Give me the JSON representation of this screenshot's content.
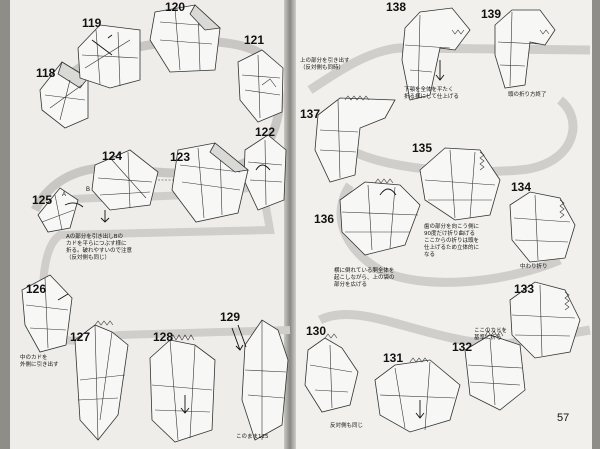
{
  "steps": {
    "s118": "118",
    "s119": "119",
    "s120": "120",
    "s121": "121",
    "s122": "122",
    "s123": "123",
    "s124": "124",
    "s125": "125",
    "s126": "126",
    "s127": "127",
    "s128": "128",
    "s129": "129",
    "s130": "130",
    "s131": "131",
    "s132": "132",
    "s133": "133",
    "s134": "134",
    "s135": "135",
    "s136": "136",
    "s137": "137",
    "s138": "138",
    "s139": "139"
  },
  "marks": {
    "point_a": "A",
    "point_b": "B"
  },
  "notes": {
    "n125": "Aの部分を引き出しBの\nカドを平らにつぶす様に\n折る。破れやすいので注意\n（反対側も同じ）",
    "n126": "中のカドを\n外側に引き出す",
    "n129": "このまま125",
    "n130": "反対側も同じ",
    "n132": "ここのカドを\n基準に折る",
    "n134": "中わり折り",
    "n135": "歯の部分を向こう側に\n90度だけ折り曲げる\nここからの折りは頭を\n仕上げるため立体的に\nなる",
    "n136": "横に倒れている胴全体を\n起こしながら、上の袋の\n部分を広げる",
    "n137": "上の部分を引き出す\n（反対側も同時）",
    "n138": "下顎を全体を平たく\n折る様にして仕上げる",
    "n139": "頭の折り方終了"
  },
  "page_number": "57"
}
